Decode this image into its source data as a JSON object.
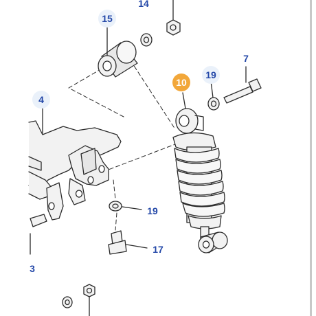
{
  "diagram": {
    "colors": {
      "line": "#2a2a2a",
      "part_fill": "#f2f2f2",
      "callout_text": "#2448a8",
      "callout_bg": "#eaf1fa",
      "highlight": "#f2a73a",
      "highlight_text": "#ffffff"
    },
    "callouts": [
      {
        "id": "c14",
        "label": "14"
      },
      {
        "id": "c15",
        "label": "15"
      },
      {
        "id": "c7",
        "label": "7"
      },
      {
        "id": "c10",
        "label": "10",
        "highlighted": true
      },
      {
        "id": "c19a",
        "label": "19"
      },
      {
        "id": "c4",
        "label": "4"
      },
      {
        "id": "c19b",
        "label": "19"
      },
      {
        "id": "c17",
        "label": "17"
      },
      {
        "id": "c3",
        "label": "3"
      }
    ]
  }
}
